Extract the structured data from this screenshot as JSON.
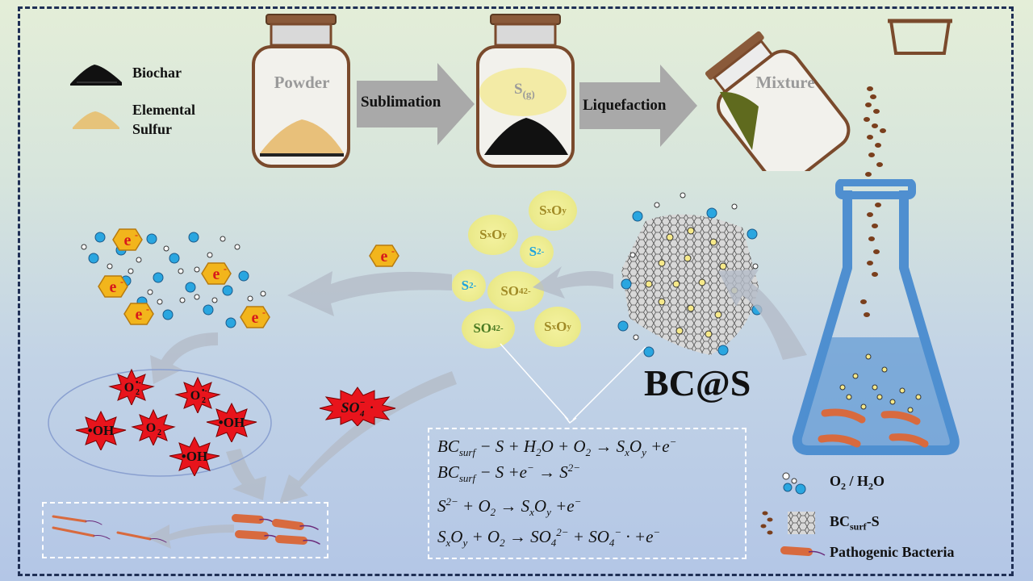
{
  "legend_top": {
    "biochar": "Biochar",
    "sulfur_line1": "Elemental",
    "sulfur_line2": "Sulfur"
  },
  "process": {
    "jar1_label": "Powder",
    "arrow1_label": "Sublimation",
    "jar2_label_main": "S",
    "jar2_label_sub": "(g)",
    "arrow2_label": "Liquefaction",
    "jar3_label": "Mixture"
  },
  "species": {
    "sxoy": "S",
    "sxoy_x": "x",
    "sxoy_o": "O",
    "sxoy_y": "y",
    "s2": "S",
    "s2_charge": "2-",
    "so4": "SO",
    "so4_sub": "4",
    "so4_charge": "2-",
    "electron": "e",
    "electron_charge": "-"
  },
  "ros": {
    "o2_radical": "O",
    "o2_radical_sub": "2",
    "o2_radical_sup": "•-",
    "oh_radical": "•OH",
    "o2": "O",
    "o2_sub": "2",
    "so4_radical": "SO",
    "so4_radical_sub": "4",
    "so4_radical_sup": "−",
    "so4_radical_dot": "·"
  },
  "material_label": "BC@S",
  "equations": [
    "BCsurf − S + H2O + O2 → SxOy +e−",
    "BCsurf − S +e− → S2−",
    "S2− + O2 → SxOy +e−",
    "SxOy + O2 → SO42− + SO4− · +e−"
  ],
  "legend_bottom": {
    "o2_h2o": "O",
    "o2_h2o_sub": "2",
    "o2_h2o_rest": " / H",
    "o2_h2o_sub2": "2",
    "o2_h2o_end": "O",
    "bcs_main": "BC",
    "bcs_sub": "surf",
    "bcs_end": "-S",
    "bacteria": "Pathogenic Bacteria"
  },
  "colors": {
    "frame": "#1f2f55",
    "arrow_gray": "#a9a9a9",
    "jar_brown": "#7a4a2c",
    "flask_blue": "#4f8fd0",
    "droplet_blue": "#2aa6e0",
    "ros_red": "#e8141c",
    "electron_yellow": "#f2b51c",
    "bacteria_orange": "#d86a3e",
    "species_yellow": "#ecea8a"
  }
}
